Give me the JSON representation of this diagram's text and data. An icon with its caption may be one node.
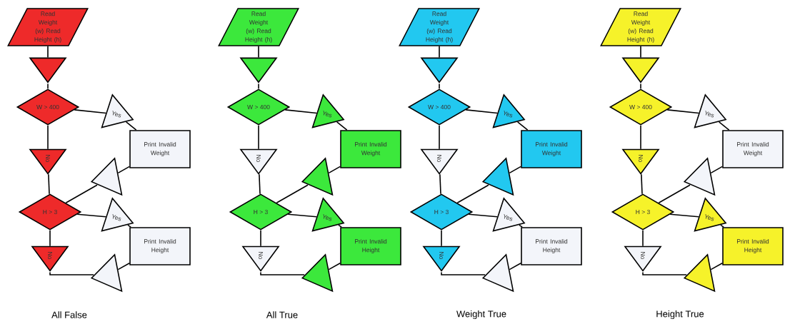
{
  "diagram": {
    "nodes": [
      {
        "text": [
          "Read Weight (w) Read Height (h)"
        ]
      },
      {
        "text": [],
        "shape": "triangle"
      },
      {
        "text": [
          "W > 400"
        ]
      },
      {
        "text": [
          "Yes"
        ]
      },
      {
        "text": [
          "Print Invalid Weight"
        ]
      },
      {
        "text": [],
        "shape": "triangle"
      },
      {
        "text": [
          "No"
        ]
      },
      {
        "text": [
          "H > 3"
        ]
      },
      {
        "text": [
          "Yes"
        ]
      },
      {
        "text": [
          "Print Invalid Height"
        ]
      },
      {
        "text": [
          "No"
        ]
      },
      {
        "text": [],
        "shape": "triangle"
      },
      {
        "text": [
          "Read Weight (w) Read Height (h)"
        ]
      },
      {
        "text": [],
        "shape": "triangle"
      },
      {
        "text": [
          "W > 400"
        ]
      },
      {
        "text": [
          "Yes"
        ]
      },
      {
        "text": [
          "Print Invalid Weight"
        ]
      },
      {
        "text": [],
        "shape": "triangle"
      },
      {
        "text": [
          "No"
        ]
      },
      {
        "text": [
          "H > 3"
        ]
      },
      {
        "text": [
          "Yes"
        ]
      },
      {
        "text": [
          "Print Invalid Height"
        ]
      },
      {
        "text": [
          "No"
        ]
      },
      {
        "text": [],
        "shape": "triangle"
      },
      {
        "text": [
          "Read Weight (w) Read Height (h)"
        ]
      },
      {
        "text": [],
        "shape": "triangle"
      },
      {
        "text": [
          "W > 400"
        ]
      },
      {
        "text": [
          "Yes"
        ]
      },
      {
        "text": [
          "Print Invalid Weight"
        ]
      },
      {
        "text": [],
        "shape": "triangle"
      },
      {
        "text": [
          "No"
        ]
      },
      {
        "text": [
          "H > 3"
        ]
      },
      {
        "text": [
          "Yes"
        ]
      },
      {
        "text": [
          "Print Invalid Height"
        ]
      },
      {
        "text": [
          "No"
        ]
      },
      {
        "text": [],
        "shape": "triangle"
      },
      {
        "text": [
          "Read Weight (w) Read Height (h)"
        ]
      },
      {
        "text": [],
        "shape": "triangle"
      },
      {
        "text": [
          "W > 400"
        ]
      },
      {
        "text": [
          "Yes"
        ]
      },
      {
        "text": [
          "Print Invalid Weight"
        ]
      },
      {
        "text": [],
        "shape": "triangle"
      },
      {
        "text": [
          "No"
        ]
      },
      {
        "text": [
          "H > 3"
        ]
      },
      {
        "text": [
          "Yes"
        ]
      },
      {
        "text": [
          "Print Invalid Height"
        ]
      },
      {
        "text": [
          "No"
        ]
      },
      {
        "text": [],
        "shape": "triangle"
      }
    ],
    "edges": [
      {
        "from": 0,
        "to": 1,
        "arrow": "none"
      },
      {
        "from": 1,
        "to": 2,
        "arrow": "none"
      },
      {
        "from": 2,
        "to": 3,
        "arrow": "none"
      },
      {
        "from": 3,
        "to": 4,
        "arrow": "none"
      },
      {
        "from": 4,
        "to": 5,
        "arrow": "none"
      },
      {
        "from": 5,
        "to": 7,
        "arrow": "none"
      },
      {
        "from": 2,
        "to": 6,
        "arrow": "none"
      },
      {
        "from": 6,
        "to": 7,
        "arrow": "none"
      },
      {
        "from": 7,
        "to": 8,
        "arrow": "none"
      },
      {
        "from": 8,
        "to": 9,
        "arrow": "none"
      },
      {
        "from": 9,
        "to": 11,
        "arrow": "none"
      },
      {
        "from": 7,
        "to": 10,
        "arrow": "none"
      },
      {
        "from": 10,
        "to": 11,
        "arrow": "none"
      },
      {
        "from": 12,
        "to": 13,
        "arrow": "none"
      },
      {
        "from": 13,
        "to": 14,
        "arrow": "none"
      },
      {
        "from": 14,
        "to": 15,
        "arrow": "none"
      },
      {
        "from": 15,
        "to": 16,
        "arrow": "none"
      },
      {
        "from": 16,
        "to": 17,
        "arrow": "none"
      },
      {
        "from": 17,
        "to": 19,
        "arrow": "none"
      },
      {
        "from": 14,
        "to": 18,
        "arrow": "none"
      },
      {
        "from": 18,
        "to": 19,
        "arrow": "none"
      },
      {
        "from": 19,
        "to": 20,
        "arrow": "none"
      },
      {
        "from": 20,
        "to": 21,
        "arrow": "none"
      },
      {
        "from": 21,
        "to": 23,
        "arrow": "none"
      },
      {
        "from": 19,
        "to": 22,
        "arrow": "none"
      },
      {
        "from": 22,
        "to": 23,
        "arrow": "none"
      },
      {
        "from": 24,
        "to": 25,
        "arrow": "none"
      },
      {
        "from": 25,
        "to": 26,
        "arrow": "none"
      },
      {
        "from": 26,
        "to": 27,
        "arrow": "none"
      },
      {
        "from": 27,
        "to": 28,
        "arrow": "none"
      },
      {
        "from": 28,
        "to": 29,
        "arrow": "none"
      },
      {
        "from": 29,
        "to": 31,
        "arrow": "none"
      },
      {
        "from": 26,
        "to": 30,
        "arrow": "none"
      },
      {
        "from": 30,
        "to": 31,
        "arrow": "none"
      },
      {
        "from": 31,
        "to": 32,
        "arrow": "none"
      },
      {
        "from": 32,
        "to": 33,
        "arrow": "none"
      },
      {
        "from": 33,
        "to": 35,
        "arrow": "none"
      },
      {
        "from": 31,
        "to": 34,
        "arrow": "none"
      },
      {
        "from": 34,
        "to": 35,
        "arrow": "none"
      },
      {
        "from": 36,
        "to": 37,
        "arrow": "none"
      },
      {
        "from": 37,
        "to": 38,
        "arrow": "none"
      },
      {
        "from": 38,
        "to": 39,
        "arrow": "none"
      },
      {
        "from": 39,
        "to": 40,
        "arrow": "none"
      },
      {
        "from": 40,
        "to": 41,
        "arrow": "none"
      },
      {
        "from": 41,
        "to": 43,
        "arrow": "none"
      },
      {
        "from": 38,
        "to": 42,
        "arrow": "none"
      },
      {
        "from": 42,
        "to": 43,
        "arrow": "none"
      },
      {
        "from": 43,
        "to": 44,
        "arrow": "none"
      },
      {
        "from": 44,
        "to": 45,
        "arrow": "none"
      },
      {
        "from": 45,
        "to": 47,
        "arrow": "none"
      },
      {
        "from": 43,
        "to": 46,
        "arrow": "none"
      },
      {
        "from": 46,
        "to": 47,
        "arrow": "none"
      }
    ],
    "labels": [
      "All False",
      "All True",
      "Weight True",
      "Height True"
    ]
  }
}
